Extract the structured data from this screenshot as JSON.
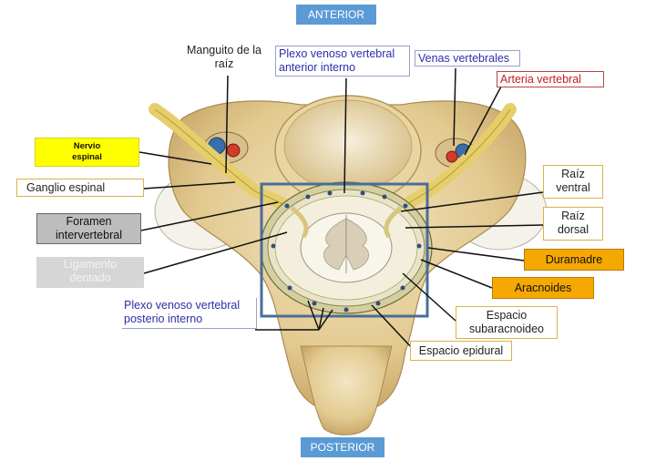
{
  "header": {
    "anterior": "ANTERIOR",
    "posterior": "POSTERIOR"
  },
  "labels": {
    "manguito": "Manguito de la raíz",
    "plexo_anterior": "Plexo venoso vertebral anterior interno",
    "venas": "Venas vertebrales",
    "arteria": "Arteria vertebral",
    "nervio": "Nervio espinal",
    "ganglio": "Ganglio  espinal",
    "foramen": "Foramen intervertebral",
    "ligamento": "Ligamento dentado",
    "plexo_posterior": "Plexo venoso vertebral posterio interno",
    "raiz_ventral": "Raíz ventral",
    "raiz_dorsal": "Raíz dorsal",
    "duramadre": "Duramadre",
    "aracnoides": "Aracnoides",
    "subaracnoideo": "Espacio subaracnoideo",
    "epidural": "Espacio epidural"
  },
  "colors": {
    "header_blue": "#5b9bd5",
    "highlight_yellow": "#ffff00",
    "accent_orange": "#f5a800",
    "bone": "#e8d4a2",
    "frame_blue": "#4a6d9a"
  }
}
